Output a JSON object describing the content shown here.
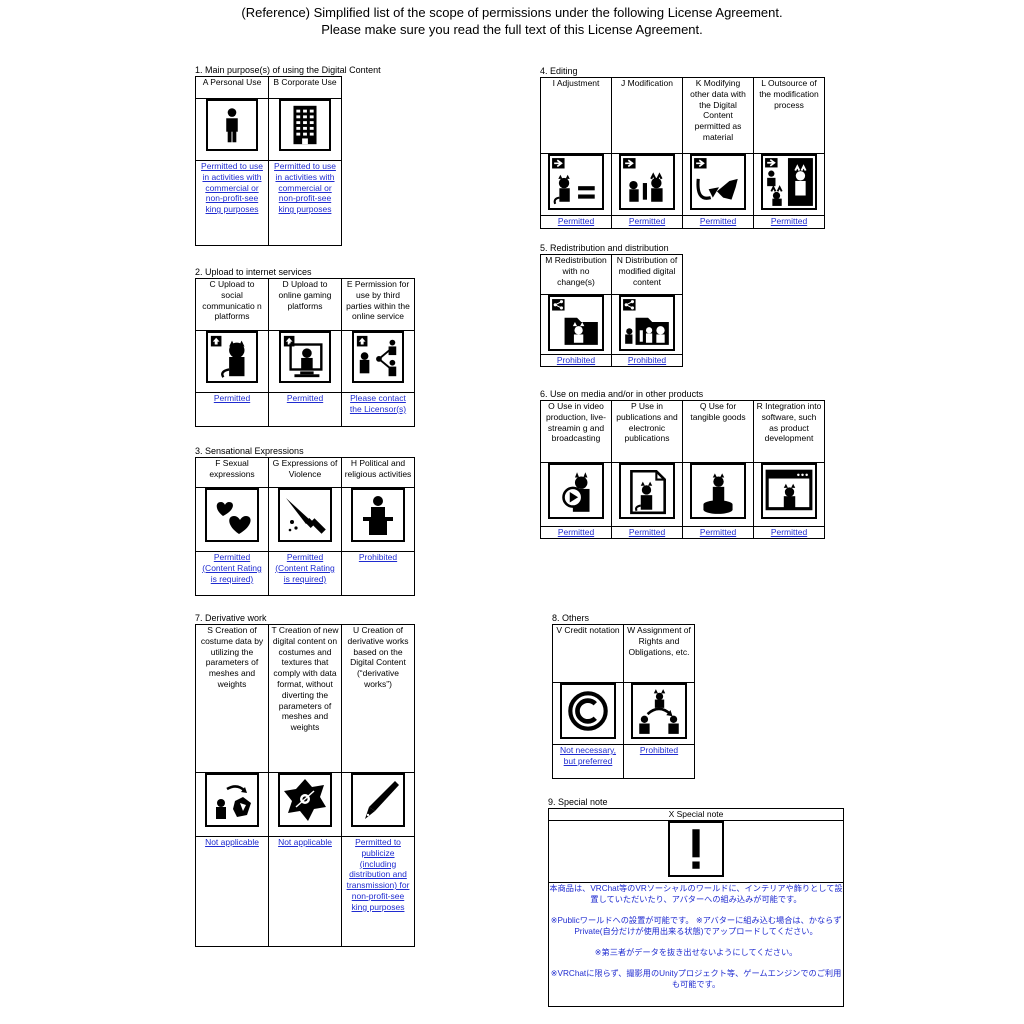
{
  "header": {
    "line1": "(Reference) Simplified list of the scope of permissions under the following License Agreement.",
    "line2": "Please make sure you read the full text of this License Agreement."
  },
  "sections": {
    "s1": {
      "title": "1. Main purpose(s) of using the Digital Content",
      "cols": [
        {
          "label": "A Personal Use",
          "status": "Permitted to use in activities with commercial or non-profit-see king purposes",
          "icon": "person-icon"
        },
        {
          "label": "B Corporate Use",
          "status": "Permitted to use in activities with commercial or non-profit-see king purposes",
          "icon": "building-icon"
        }
      ]
    },
    "s2": {
      "title": "2. Upload to internet services",
      "cols": [
        {
          "label": "C Upload to social communicatio n platforms",
          "status": "Permitted",
          "icon": "upload-avatar-icon"
        },
        {
          "label": "D Upload to online gaming platforms",
          "status": "Permitted",
          "icon": "upload-monitor-icon"
        },
        {
          "label": "E Permission for use by third parties within the online service",
          "status": "Please contact the Licensor(s)",
          "icon": "upload-share-icon"
        }
      ]
    },
    "s3": {
      "title": "3. Sensational Expressions",
      "cols": [
        {
          "label": "F Sexual expressions",
          "status": "Permitted (Content Rating is required)",
          "icon": "hearts-icon"
        },
        {
          "label": "G Expressions of Violence",
          "status": "Permitted (Content Rating is required)",
          "icon": "knife-icon"
        },
        {
          "label": "H Political and religious activities",
          "status": "Prohibited",
          "icon": "podium-icon"
        }
      ]
    },
    "s4": {
      "title": "4. Editing",
      "cols": [
        {
          "label": "I Adjustment",
          "status": "Permitted",
          "icon": "adjust-icon"
        },
        {
          "label": "J Modification",
          "status": "Permitted",
          "icon": "modify-icon"
        },
        {
          "label": "K Modifying other data with the Digital Content permitted as material",
          "status": "Permitted",
          "icon": "modify-other-icon"
        },
        {
          "label": "L Outsource of the modification process",
          "status": "Permitted",
          "icon": "outsource-icon"
        }
      ]
    },
    "s5": {
      "title": "5. Redistribution and distribution",
      "cols": [
        {
          "label": "M Redistribution with no change(s)",
          "status": "Prohibited",
          "icon": "redistribute-icon"
        },
        {
          "label": "N Distribution of modified digital content",
          "status": "Prohibited",
          "icon": "distribute-modified-icon"
        }
      ]
    },
    "s6": {
      "title": "6. Use on media and/or in other products",
      "cols": [
        {
          "label": "O Use in video production, live-streamin g and broadcasting",
          "status": "Permitted",
          "icon": "video-icon"
        },
        {
          "label": "P Use in publications and electronic publications",
          "status": "Permitted",
          "icon": "publication-icon"
        },
        {
          "label": "Q Use for tangible goods",
          "status": "Permitted",
          "icon": "figure-icon"
        },
        {
          "label": "R Integration into software, such as product development",
          "status": "Permitted",
          "icon": "software-icon"
        }
      ]
    },
    "s7": {
      "title": "7. Derivative work",
      "cols": [
        {
          "label": "S Creation of costume data by utilizing the parameters of meshes and weights",
          "status": "Not applicable",
          "icon": "costume-icon"
        },
        {
          "label": "T Creation of new digital content on costumes and textures that comply with data format, without diverting the parameters of meshes and weights",
          "status": "Not applicable",
          "icon": "texture-icon"
        },
        {
          "label": "U Creation of derivative works based on the Digital Content (“derivative works”)",
          "status": "Permitted to publicize (including distribution and transmission) for non-profit-see king purposes",
          "icon": "pen-icon"
        }
      ]
    },
    "s8": {
      "title": "8. Others",
      "cols": [
        {
          "label": "V Credit notation",
          "status": "Not necessary, but preferred",
          "icon": "copyright-icon"
        },
        {
          "label": "W Assignment of Rights and Obligations, etc.",
          "status": "Prohibited",
          "icon": "assign-icon"
        }
      ]
    },
    "s9": {
      "title": "9. Special note",
      "label": "X Special note",
      "icon": "exclamation-icon",
      "paragraphs": [
        "本商品は、VRChat等のVRソーシャルのワールドに、インテリアや飾りとして設置していただいたり、アバターへの組み込みが可能です。",
        "※Publicワールドへの設置が可能です。 ※アバターに組み込む場合は、かならずPrivate(自分だけが使用出来る状態)でアップロードしてください。",
        "※第三者がデータを抜き出せないようにしてください。",
        "※VRChatに限らず、撮影用のUnityプロジェクト等、ゲームエンジンでのご利用も可能です。"
      ]
    }
  }
}
